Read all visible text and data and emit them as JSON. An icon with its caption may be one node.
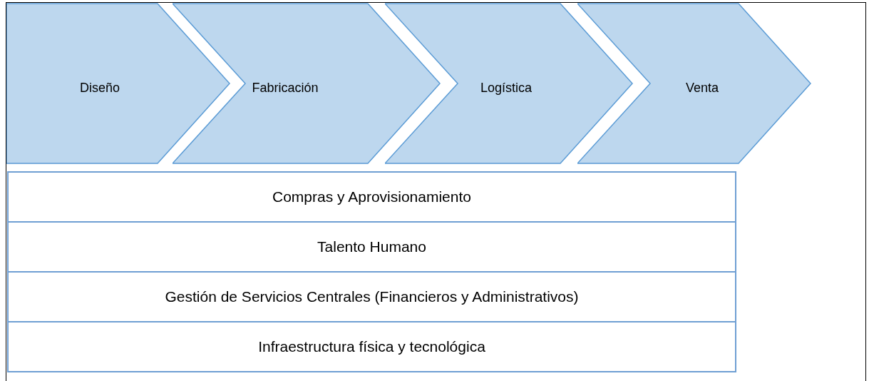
{
  "diagram": {
    "nodes": [
      {
        "text": [
          "Diseño"
        ]
      },
      {
        "text": [
          "Fabricación"
        ]
      },
      {
        "text": [
          "Logística"
        ]
      },
      {
        "text": [
          "Venta"
        ]
      },
      {
        "text": [
          "Compras y Aprovisionamiento"
        ]
      },
      {
        "text": [
          "Talento Humano"
        ]
      },
      {
        "text": [
          "Gestión de Servicios Centrales (Financieros y Administrativos)"
        ]
      },
      {
        "text": [
          "Infraestructura física y tecnológica"
        ]
      }
    ]
  }
}
